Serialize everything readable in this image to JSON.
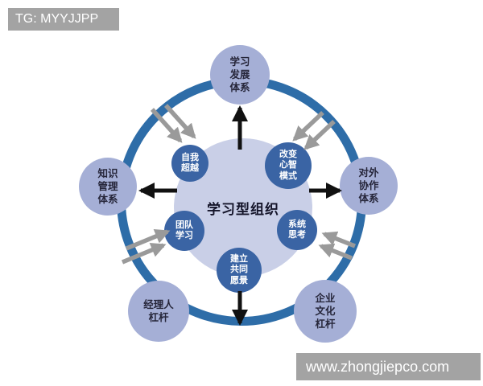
{
  "watermarks": {
    "top_left": "TG: MYYJJPP",
    "bottom_right": "www.zhongjiepco.com"
  },
  "diagram": {
    "title": "学习型组织",
    "disciplines": [
      {
        "name": "self-transcendence",
        "label": "自我\n超越"
      },
      {
        "name": "mental-models",
        "label": "改变\n心智\n模式"
      },
      {
        "name": "team-learning",
        "label": "团队\n学习"
      },
      {
        "name": "systems-thinking",
        "label": "系统\n思考"
      },
      {
        "name": "shared-vision",
        "label": "建立\n共同\n愿景"
      }
    ],
    "outer_nodes": [
      {
        "name": "learning-development-system",
        "label": "学习\n发展\n体系"
      },
      {
        "name": "knowledge-management-system",
        "label": "知识\n管理\n体系"
      },
      {
        "name": "external-collaboration-system",
        "label": "对外\n协作\n体系"
      },
      {
        "name": "manager-leverage",
        "label": "经理人\n杠杆"
      },
      {
        "name": "corporate-culture-leverage",
        "label": "企业\n文化\n杠杆"
      }
    ],
    "colors": {
      "ring": "#2e6da8",
      "discipline_circle": "#3a64a4",
      "core_circle": "#c9cfe7",
      "outer_circle": "#a5afd6",
      "black_arrow": "#111111",
      "gray_arrow": "#9a9a9a",
      "watermark_bg": "#a3a3a3"
    }
  }
}
